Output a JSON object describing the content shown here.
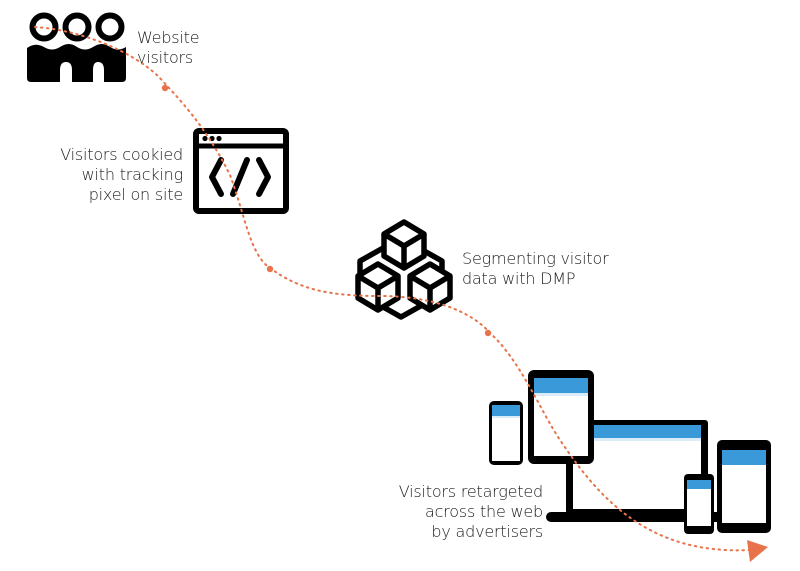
{
  "colors": {
    "path": "#e8734a",
    "icon": "#000000",
    "screen_bar": "#3a9ad9",
    "screen_bar_light": "#d9ecf8",
    "background": "#ffffff"
  },
  "steps": [
    {
      "id": "visitors",
      "icon": "people-group-icon",
      "lines": [
        "Website",
        "visitors"
      ]
    },
    {
      "id": "cookie",
      "icon": "code-browser-window-icon",
      "lines": [
        "Visitors cookied",
        "with tracking",
        "pixel on site"
      ]
    },
    {
      "id": "dmp",
      "icon": "cubes-cluster-icon",
      "lines": [
        "Segmenting visitor",
        "data with DMP"
      ]
    },
    {
      "id": "retarget",
      "icon": "multi-device-icon",
      "lines": [
        "Visitors retargeted",
        "across the web",
        "by advertisers"
      ]
    }
  ],
  "flow": {
    "style": "dotted",
    "end_marker": "arrowhead",
    "waypoints": 3
  }
}
